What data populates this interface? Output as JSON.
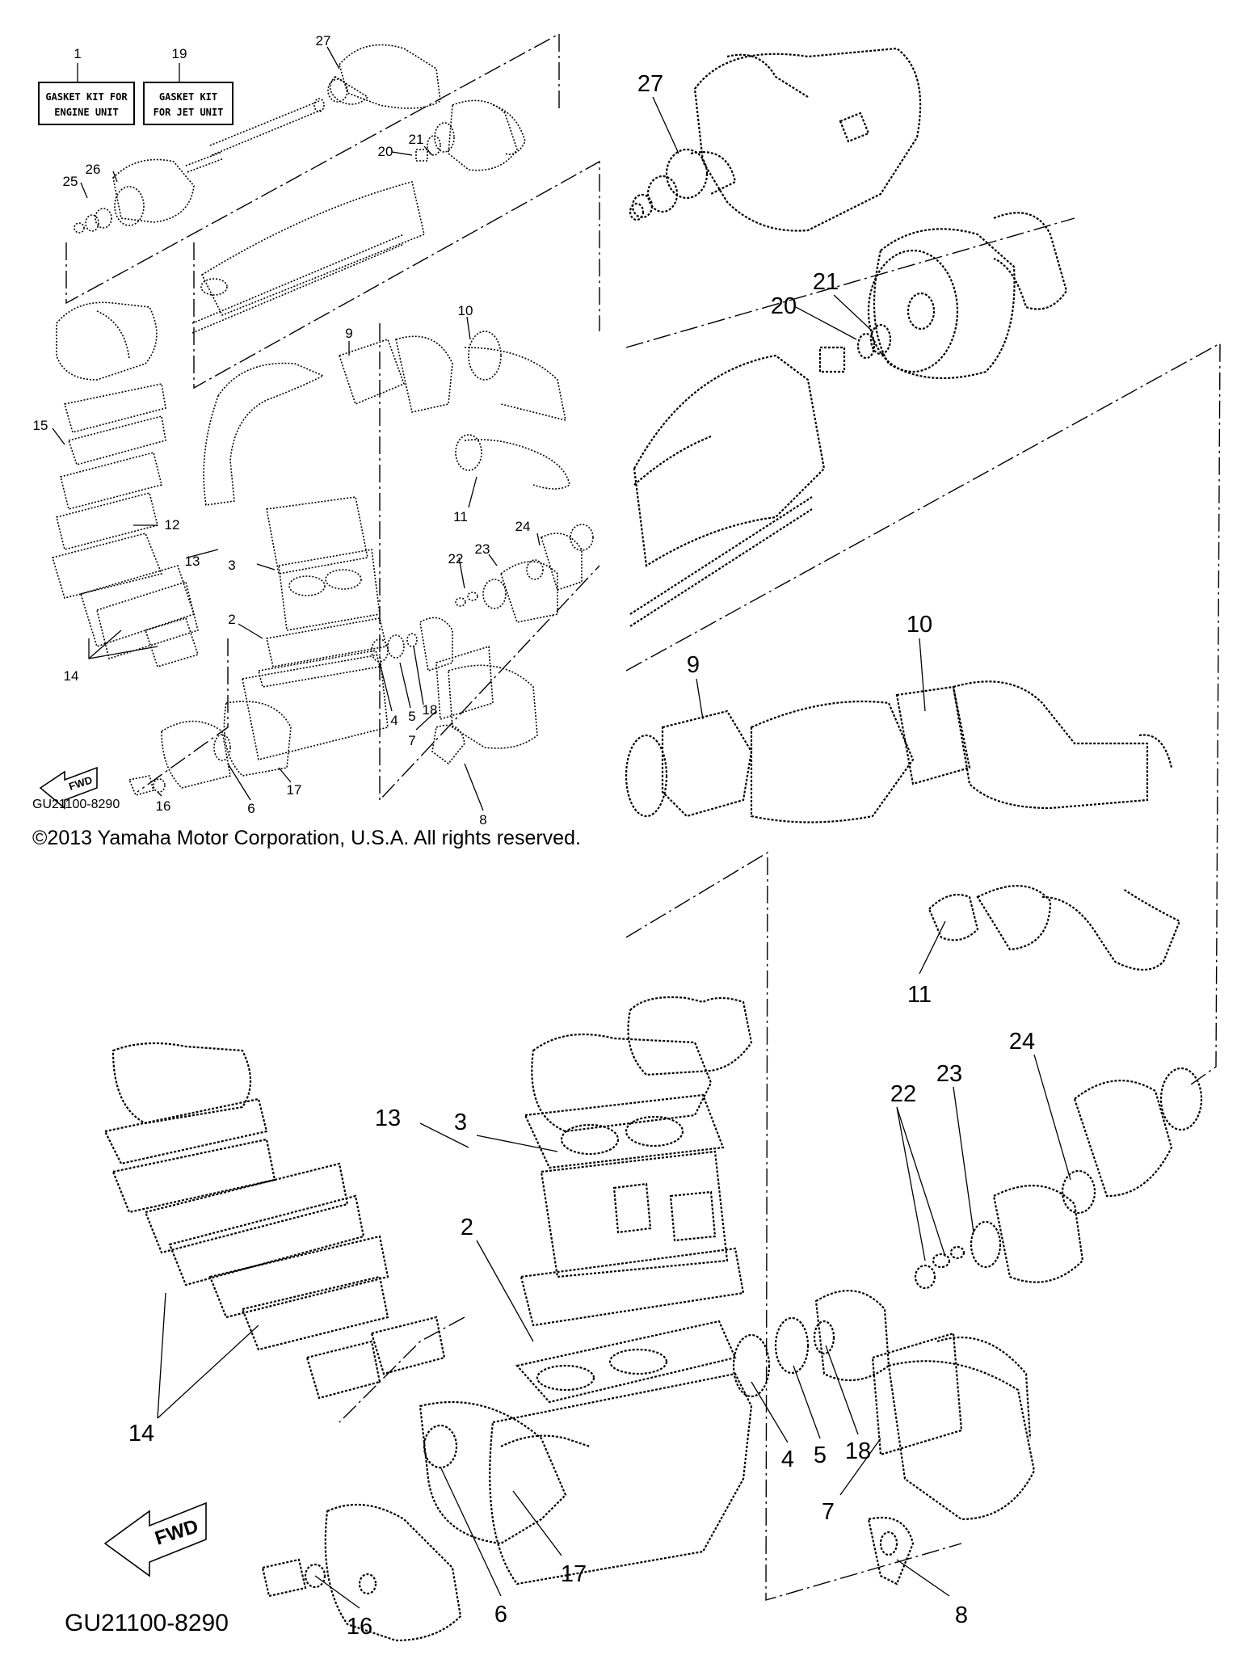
{
  "kits": [
    {
      "number": "1",
      "line1": "GASKET KIT FOR",
      "line2": "ENGINE UNIT"
    },
    {
      "number": "19",
      "line1": "GASKET KIT",
      "line2": "FOR JET UNIT"
    }
  ],
  "figure_code": "GU21100-8290",
  "fwd_label": "FWD",
  "copyright": "©2013 Yamaha Motor Corporation, U.S.A. All rights reserved.",
  "overview_callouts": [
    "27",
    "26",
    "25",
    "20",
    "21",
    "10",
    "9",
    "15",
    "12",
    "11",
    "3",
    "13",
    "23",
    "24",
    "22",
    "2",
    "14",
    "4",
    "5",
    "18",
    "7",
    "6",
    "17",
    "16",
    "8"
  ],
  "detail_callouts": [
    "27",
    "21",
    "20",
    "10",
    "9",
    "11",
    "24",
    "23",
    "22",
    "13",
    "3",
    "2",
    "14",
    "4",
    "5",
    "18",
    "7",
    "17",
    "6",
    "8",
    "16"
  ]
}
